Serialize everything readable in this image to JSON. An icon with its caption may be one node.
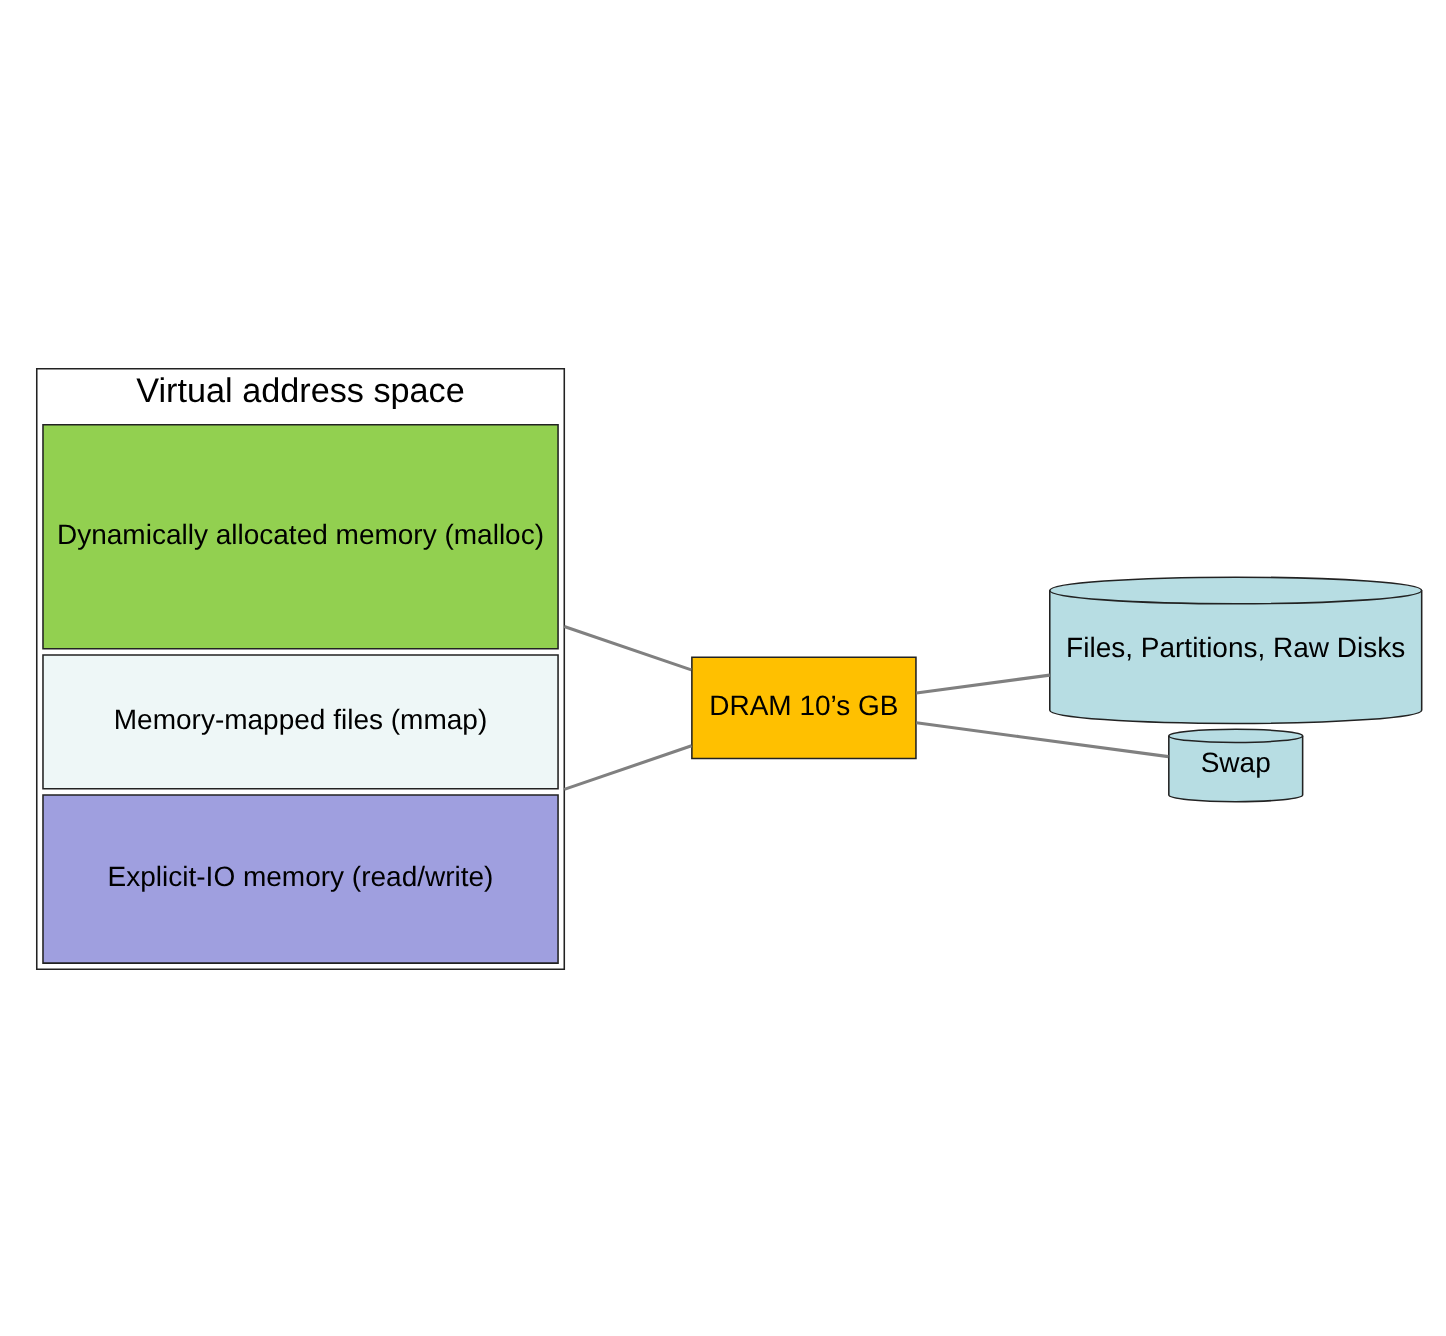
{
  "diagram": {
    "nodes": [
      {
        "text": [
          "Virtual address space"
        ]
      },
      {
        "text": [
          "Dynamically allocated memory (malloc)"
        ],
        "in": 0
      },
      {
        "text": [
          "Memory-mapped files (mmap)"
        ],
        "in": 0
      },
      {
        "text": [
          "Explicit-IO memory (read/write)"
        ],
        "in": 0
      },
      {
        "text": [
          "DRAM 10’s GB"
        ]
      },
      {
        "text": [
          "Files, Partitions, Raw Disks"
        ]
      },
      {
        "text": [
          "Swap"
        ]
      }
    ],
    "edges": [
      {
        "from": 0,
        "to": 4,
        "arrow": "none"
      },
      {
        "from": 0,
        "to": 4,
        "arrow": "none"
      },
      {
        "from": 4,
        "to": 5,
        "arrow": "none"
      },
      {
        "from": 4,
        "to": 6,
        "arrow": "none"
      }
    ]
  }
}
